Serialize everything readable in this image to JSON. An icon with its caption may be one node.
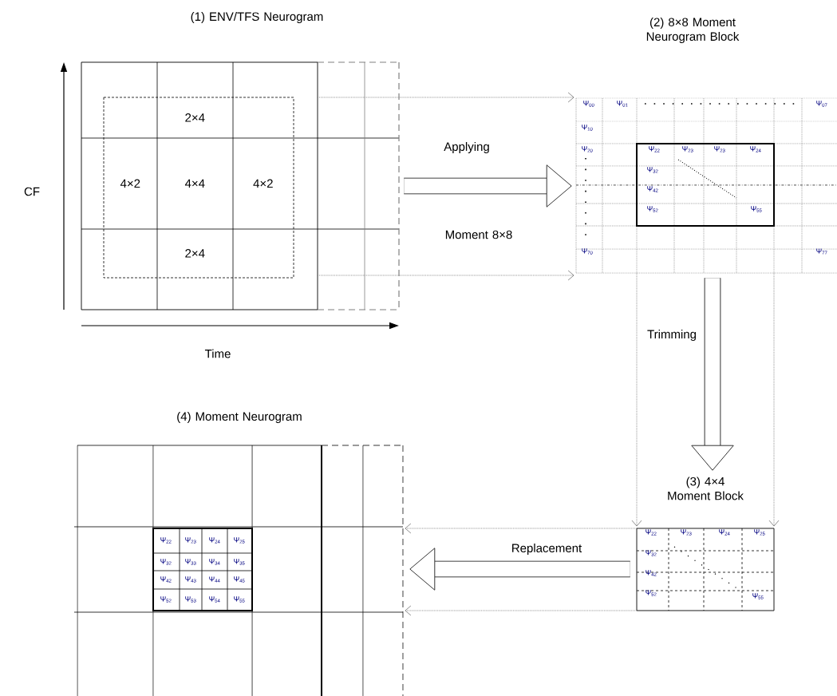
{
  "diagram": {
    "nodes": [
      {
        "text": [
          "(1) ENV/TFS Neurogram"
        ]
      },
      {
        "text": [
          "2×4"
        ],
        "in": 0
      },
      {
        "text": [
          "4×2"
        ],
        "in": 0
      },
      {
        "text": [
          "4×4"
        ],
        "in": 0
      },
      {
        "text": [
          "4×2"
        ],
        "in": 0
      },
      {
        "text": [
          "2×4"
        ],
        "in": 0
      },
      {
        "text": [
          "(2) 8×8 Moment Neurogram Block"
        ]
      },
      {
        "text": [
          "(3) 4×4 Moment Block"
        ]
      },
      {
        "text": [
          "(4) Moment Neurogram"
        ]
      }
    ],
    "edges": [
      {
        "from": 0,
        "to": 6,
        "arrow": "to",
        "style": "dashed"
      },
      {
        "from": 0,
        "to": 6,
        "arrow": "to",
        "style": "dashed"
      },
      {
        "from": 0,
        "to": 6,
        "arrow": "to",
        "style": "thick",
        "color": "#000000",
        "label": "Applying"
      },
      {
        "from": 6,
        "to": 7,
        "arrow": "to",
        "style": "dashed"
      },
      {
        "from": 6,
        "to": 7,
        "arrow": "to",
        "style": "dashed"
      },
      {
        "from": 6,
        "to": 7,
        "arrow": "to",
        "style": "thick",
        "color": "#000000",
        "label": "Trimming"
      },
      {
        "from": 7,
        "to": 8,
        "arrow": "to",
        "style": "dashed"
      },
      {
        "from": 7,
        "to": 8,
        "arrow": "to",
        "style": "dashed"
      },
      {
        "from": 7,
        "to": 8,
        "arrow": "to",
        "style": "thick",
        "color": "#000000",
        "label": "Replacement"
      }
    ],
    "labels": [
      "CF",
      "Time",
      "Moment 8×8",
      "Ψ$_{00}$",
      "Ψ$_{01}$",
      "Ψ$_{07}$",
      "Ψ$_{10}$",
      "Ψ$_{20}$",
      "Ψ$_{22}$",
      "Ψ$_{23}$",
      "Ψ$_{23}$",
      "Ψ$_{24}$",
      "Ψ$_{32}$",
      "Ψ$_{42}$",
      "Ψ$_{52}$",
      "Ψ$_{55}$",
      "Ψ$_{70}$",
      "Ψ$_{77}$",
      "Ψ$_{22}$",
      "Ψ$_{23}$",
      "Ψ$_{24}$",
      "Ψ$_{25}$",
      "Ψ$_{32}$",
      "Ψ$_{42}$",
      "Ψ$_{52}$",
      "Ψ$_{55}$",
      "Ψ$_{22}$",
      "Ψ$_{23}$",
      "Ψ$_{24}$",
      "Ψ$_{25}$",
      "Ψ$_{32}$",
      "Ψ$_{33}$",
      "Ψ$_{34}$",
      "Ψ$_{35}$",
      "Ψ$_{42}$",
      "Ψ$_{43}$",
      "Ψ$_{44}$",
      "Ψ$_{45}$",
      "Ψ$_{52}$",
      "Ψ$_{53}$",
      "Ψ$_{54}$",
      "Ψ$_{55}$"
    ]
  }
}
